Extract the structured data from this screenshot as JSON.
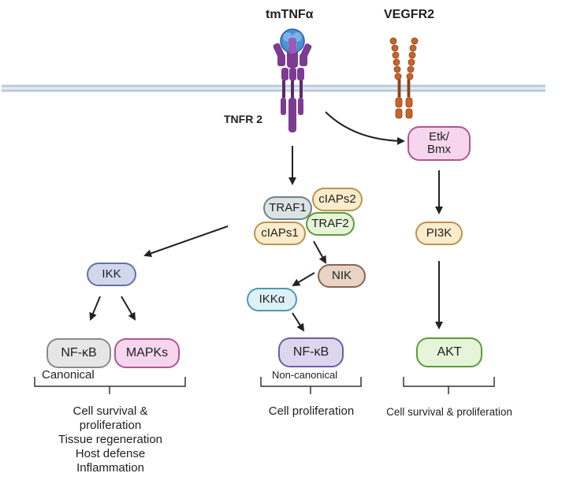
{
  "receptors": {
    "ligand": "tmTNFα",
    "tnfr": "TNFR 2",
    "vegfr": "VEGFR2"
  },
  "nodes": {
    "etk": "Etk/\nBmx",
    "traf1": "TRAF1",
    "ciaps2": "cIAPs2",
    "ciaps1": "cIAPs1",
    "traf2": "TRAF2",
    "pi3k": "PI3K",
    "ikk": "IKK",
    "nik": "NIK",
    "ikka": "IKKα",
    "nfkb_canonical": "NF-κB",
    "mapks": "MAPKs",
    "nfkb_noncanonical": "NF-κB",
    "akt": "AKT"
  },
  "labels": {
    "canonical": "Canonical",
    "non_canonical": "Non-canonical"
  },
  "outcomes": {
    "left": [
      "Cell survival &",
      "proliferation",
      "Tissue regeneration",
      "Host defense",
      "Inflammation"
    ],
    "middle": "Cell proliferation",
    "right": "Cell survival & proliferation"
  },
  "colors": {
    "membrane": "#b7ccd9",
    "tnfr_purple": "#7d3c92",
    "ligand_blue": "#4b8fd6",
    "vegfr_orange": "#c7642a",
    "pink": "#f6d6ec",
    "pink_border": "#b25595",
    "green": "#e6f4d7",
    "green_border": "#5f9a3d",
    "grey": "#dde3e4",
    "grey_border": "#6e8384",
    "yellow": "#fbeccb",
    "yellow_border": "#b99450",
    "blue_grey": "#d2d8ec",
    "blue_grey_border": "#6671a8",
    "brown": "#e7d4c6",
    "brown_border": "#8a6450",
    "cyan": "#dcf1f7",
    "cyan_border": "#4f9ab3",
    "light_grey": "#e6e6e6",
    "lavender": "#dcd7ee",
    "lavender_border": "#6a5ea7"
  }
}
